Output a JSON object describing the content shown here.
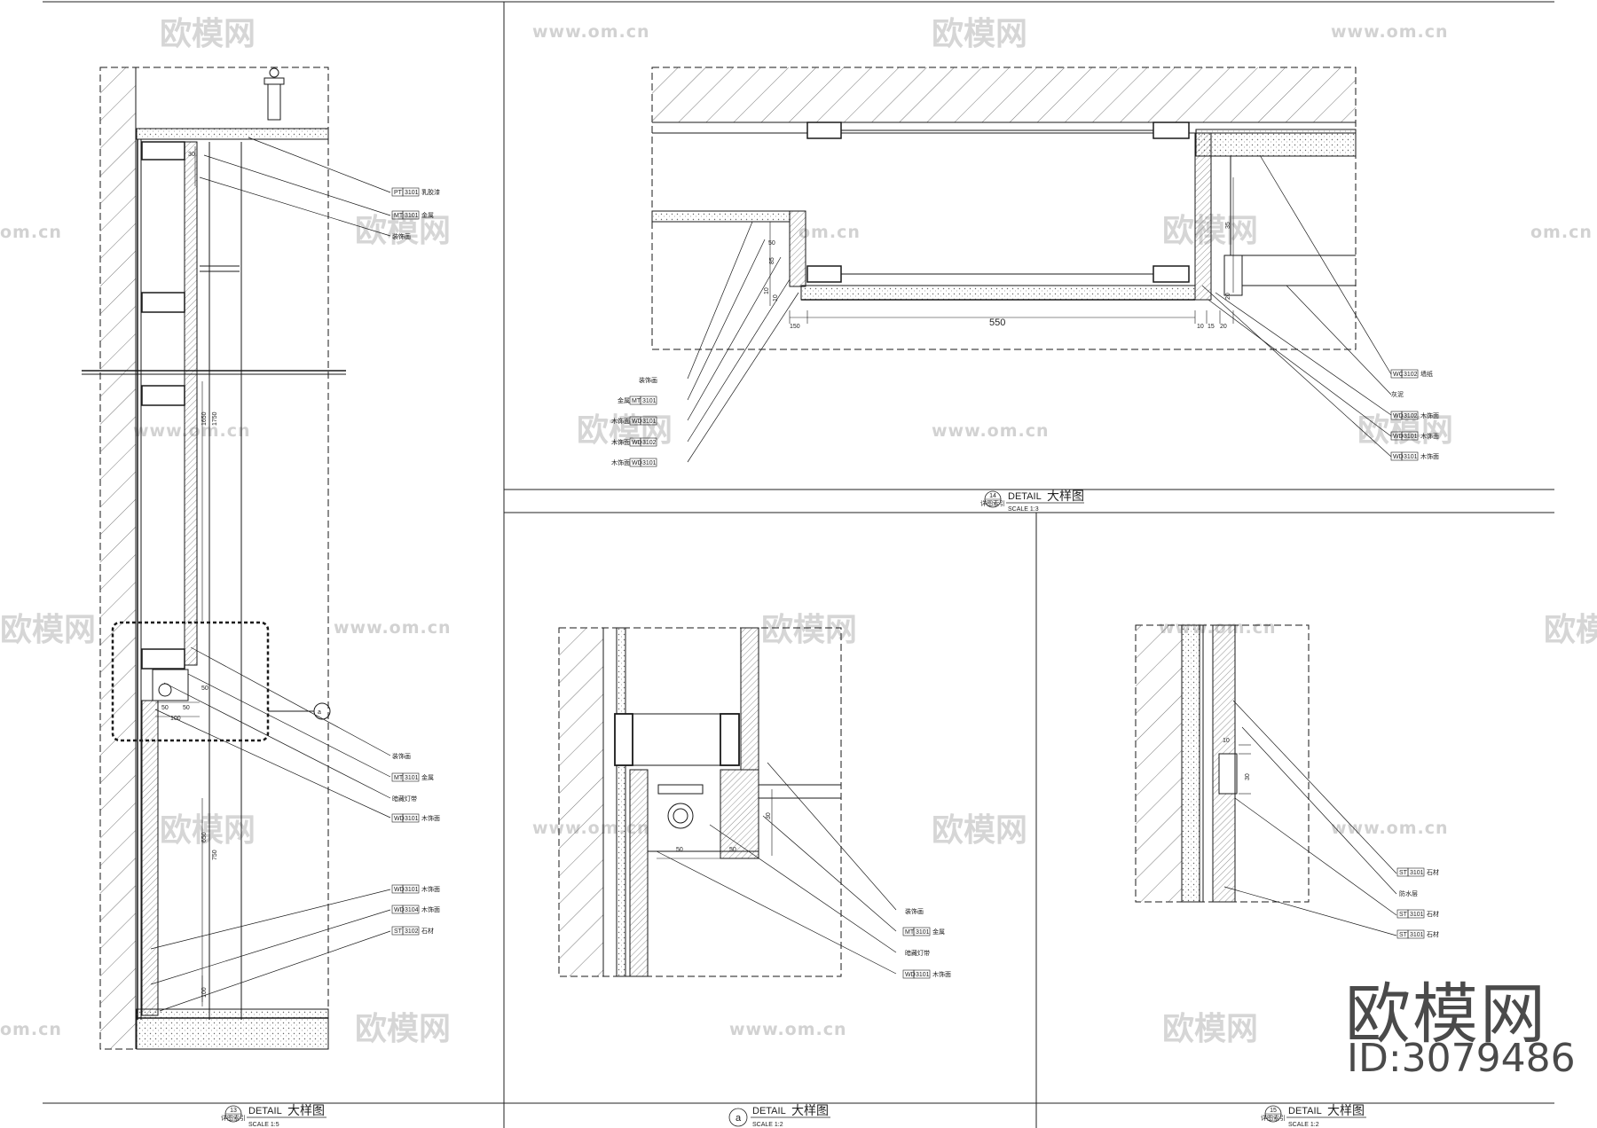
{
  "drawing": {
    "panel_main": {
      "callout_number": "14",
      "callout_sheet": "详图索引",
      "title_en": "DETAIL",
      "title_cn": "大样图",
      "scale": "SCALE    1:3",
      "dims": [
        "50",
        "85",
        "10",
        "10",
        "150",
        "550",
        "10",
        "15",
        "20",
        "35",
        "20"
      ],
      "labels_left": [
        {
          "text": "装饰画"
        },
        {
          "code": "MT",
          "num": "3101",
          "note": "金属"
        },
        {
          "note": "木饰面",
          "code": "WD",
          "num": "3101"
        },
        {
          "note": "木饰面",
          "code": "WD",
          "num": "3102"
        },
        {
          "note": "木饰面",
          "code": "WD",
          "num": "3101"
        }
      ],
      "labels_right": [
        {
          "code": "WC",
          "num": "3102",
          "note": "墙纸"
        },
        {
          "text": "灰泥"
        },
        {
          "code": "WD",
          "num": "3102",
          "note": "木饰面"
        },
        {
          "code": "WD",
          "num": "3101",
          "note": "木饰面"
        },
        {
          "code": "WD",
          "num": "3101",
          "note": "木饰面"
        }
      ]
    },
    "panel_left": {
      "callout_number": "13",
      "callout_sheet": "详图索引",
      "title_en": "DETAIL",
      "title_cn": "大样图",
      "scale": "SCALE    1:5",
      "detail_marker": "a",
      "dims": [
        "50",
        "50",
        "30",
        "100",
        "50",
        "1650",
        "1750",
        "650",
        "750",
        "100"
      ],
      "labels_top": [
        {
          "code": "PT",
          "num": "3101",
          "note": "乳胶漆"
        },
        {
          "code": "MT",
          "num": "3101",
          "note": "金属"
        },
        {
          "text": "装饰画"
        }
      ],
      "labels_mid": [
        {
          "text": "装饰画"
        },
        {
          "code": "MT",
          "num": "3101",
          "note": "金属"
        },
        {
          "text": "暗藏灯带"
        },
        {
          "code": "WD",
          "num": "3101",
          "note": "木饰面"
        }
      ],
      "labels_bottom": [
        {
          "code": "WD",
          "num": "3101",
          "note": "木饰面"
        },
        {
          "code": "WD",
          "num": "3104",
          "note": "木饰面"
        },
        {
          "code": "ST",
          "num": "3102",
          "note": "石材"
        }
      ]
    },
    "panel_a": {
      "callout_number": "a",
      "title_en": "DETAIL",
      "title_cn": "大样图",
      "scale": "SCALE    1:2",
      "dims": [
        "50",
        "50",
        "30"
      ],
      "labels": [
        {
          "text": "装饰画"
        },
        {
          "code": "MT",
          "num": "3101",
          "note": "金属"
        },
        {
          "text": "暗藏灯带"
        },
        {
          "code": "WD",
          "num": "3101",
          "note": "木饰面"
        }
      ]
    },
    "panel_right": {
      "callout_number": "15",
      "callout_sheet": "详图索引",
      "title_en": "DETAIL",
      "title_cn": "大样图",
      "scale": "SCALE    1:2",
      "dims": [
        "10",
        "30"
      ],
      "labels": [
        {
          "code": "ST",
          "num": "3101",
          "note": "石材"
        },
        {
          "text": "防水层"
        },
        {
          "code": "ST",
          "num": "3101",
          "note": "石材"
        },
        {
          "code": "ST",
          "num": "3101",
          "note": "石材"
        }
      ]
    }
  },
  "watermark": {
    "brand": "欧模网",
    "url": "www.om.cn",
    "url_short": "om.cn",
    "id_label": "ID:3079486"
  },
  "colors": {
    "line": "#1a1a1a",
    "watermark": "#d6d6d6",
    "brand": "#4a4a4a"
  }
}
